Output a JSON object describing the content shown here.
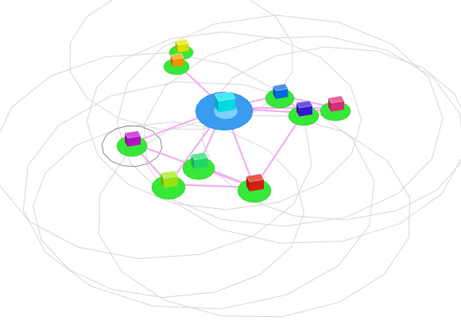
{
  "scene": {
    "background": "#ffffff",
    "ring_color": "#d6d6d6",
    "link_color": "#f0b0f0",
    "node_disc_color": "#38e838",
    "hub_disc_color": "#3a9cf0"
  },
  "hub": {
    "id": "hub",
    "cube_color": "#00e5ee"
  },
  "nodes": [
    {
      "id": "n-yellow",
      "cube_color": "#e8e800",
      "selected": false
    },
    {
      "id": "n-orange",
      "cube_color": "#ff9900",
      "selected": false
    },
    {
      "id": "n-blue",
      "cube_color": "#0a6ee8",
      "selected": false
    },
    {
      "id": "n-indigo",
      "cube_color": "#3a18d8",
      "selected": false
    },
    {
      "id": "n-pink",
      "cube_color": "#e0307a",
      "selected": false
    },
    {
      "id": "n-magenta",
      "cube_color": "#c010d0",
      "selected": true
    },
    {
      "id": "n-green",
      "cube_color": "#22e070",
      "selected": false
    },
    {
      "id": "n-lime",
      "cube_color": "#a0ee10",
      "selected": false
    },
    {
      "id": "n-red",
      "cube_color": "#e02010",
      "selected": false
    }
  ],
  "links": [
    [
      "hub",
      "n-orange"
    ],
    [
      "hub",
      "n-blue"
    ],
    [
      "hub",
      "n-indigo"
    ],
    [
      "hub",
      "n-pink"
    ],
    [
      "hub",
      "n-magenta"
    ],
    [
      "hub",
      "n-green"
    ],
    [
      "hub",
      "n-lime"
    ],
    [
      "hub",
      "n-red"
    ],
    [
      "n-blue",
      "n-indigo"
    ],
    [
      "n-indigo",
      "n-pink"
    ],
    [
      "n-indigo",
      "n-red"
    ],
    [
      "n-magenta",
      "n-lime"
    ],
    [
      "n-magenta",
      "n-red"
    ],
    [
      "n-green",
      "n-red"
    ],
    [
      "n-lime",
      "n-red"
    ],
    [
      "n-orange",
      "n-yellow"
    ],
    [
      "n-blue",
      "n-pink"
    ]
  ]
}
